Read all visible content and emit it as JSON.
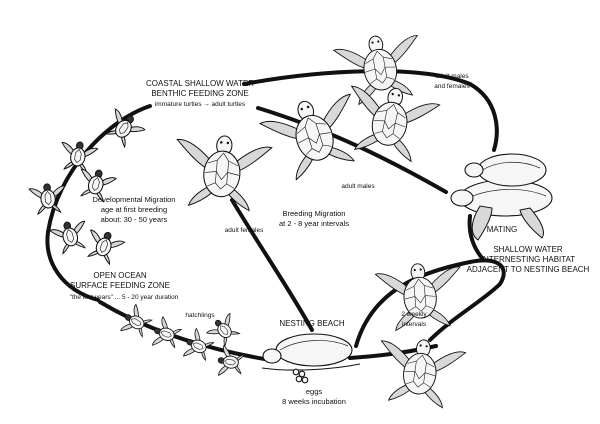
{
  "diagram": {
    "labels": {
      "coastal_title": "COASTAL SHALLOW WATER",
      "coastal_zone": "BENTHIC FEEDING ZONE",
      "coastal_sub": "immature turtles → adult turtles",
      "adult_mf_1": "adult males",
      "adult_mf_2": "and females",
      "adult_males": "adult males",
      "adult_females": "adult females",
      "dev_mig_1": "Developmental Migration",
      "dev_mig_2": "age at first breeding",
      "dev_mig_3": "about: 30 - 50 years",
      "breed_mig_1": "Breeding Migration",
      "breed_mig_2": "at 2 - 8 year intervals",
      "mating": "MATING",
      "internesting_1": "SHALLOW WATER",
      "internesting_2": "INTERNESTING HABITAT",
      "internesting_3": "ADJACENT TO NESTING BEACH",
      "open_ocean_1": "OPEN OCEAN",
      "open_ocean_2": "SURFACE FEEDING ZONE",
      "open_ocean_3": "\"the lost years\" ... 5 - 20 year duration",
      "hatchlings": "hatchlings",
      "nesting_beach": "NESTING BEACH",
      "weekly_1": "2 weekly",
      "weekly_2": "intervals",
      "eggs_1": "eggs",
      "eggs_2": "8 weeks incubation"
    }
  }
}
